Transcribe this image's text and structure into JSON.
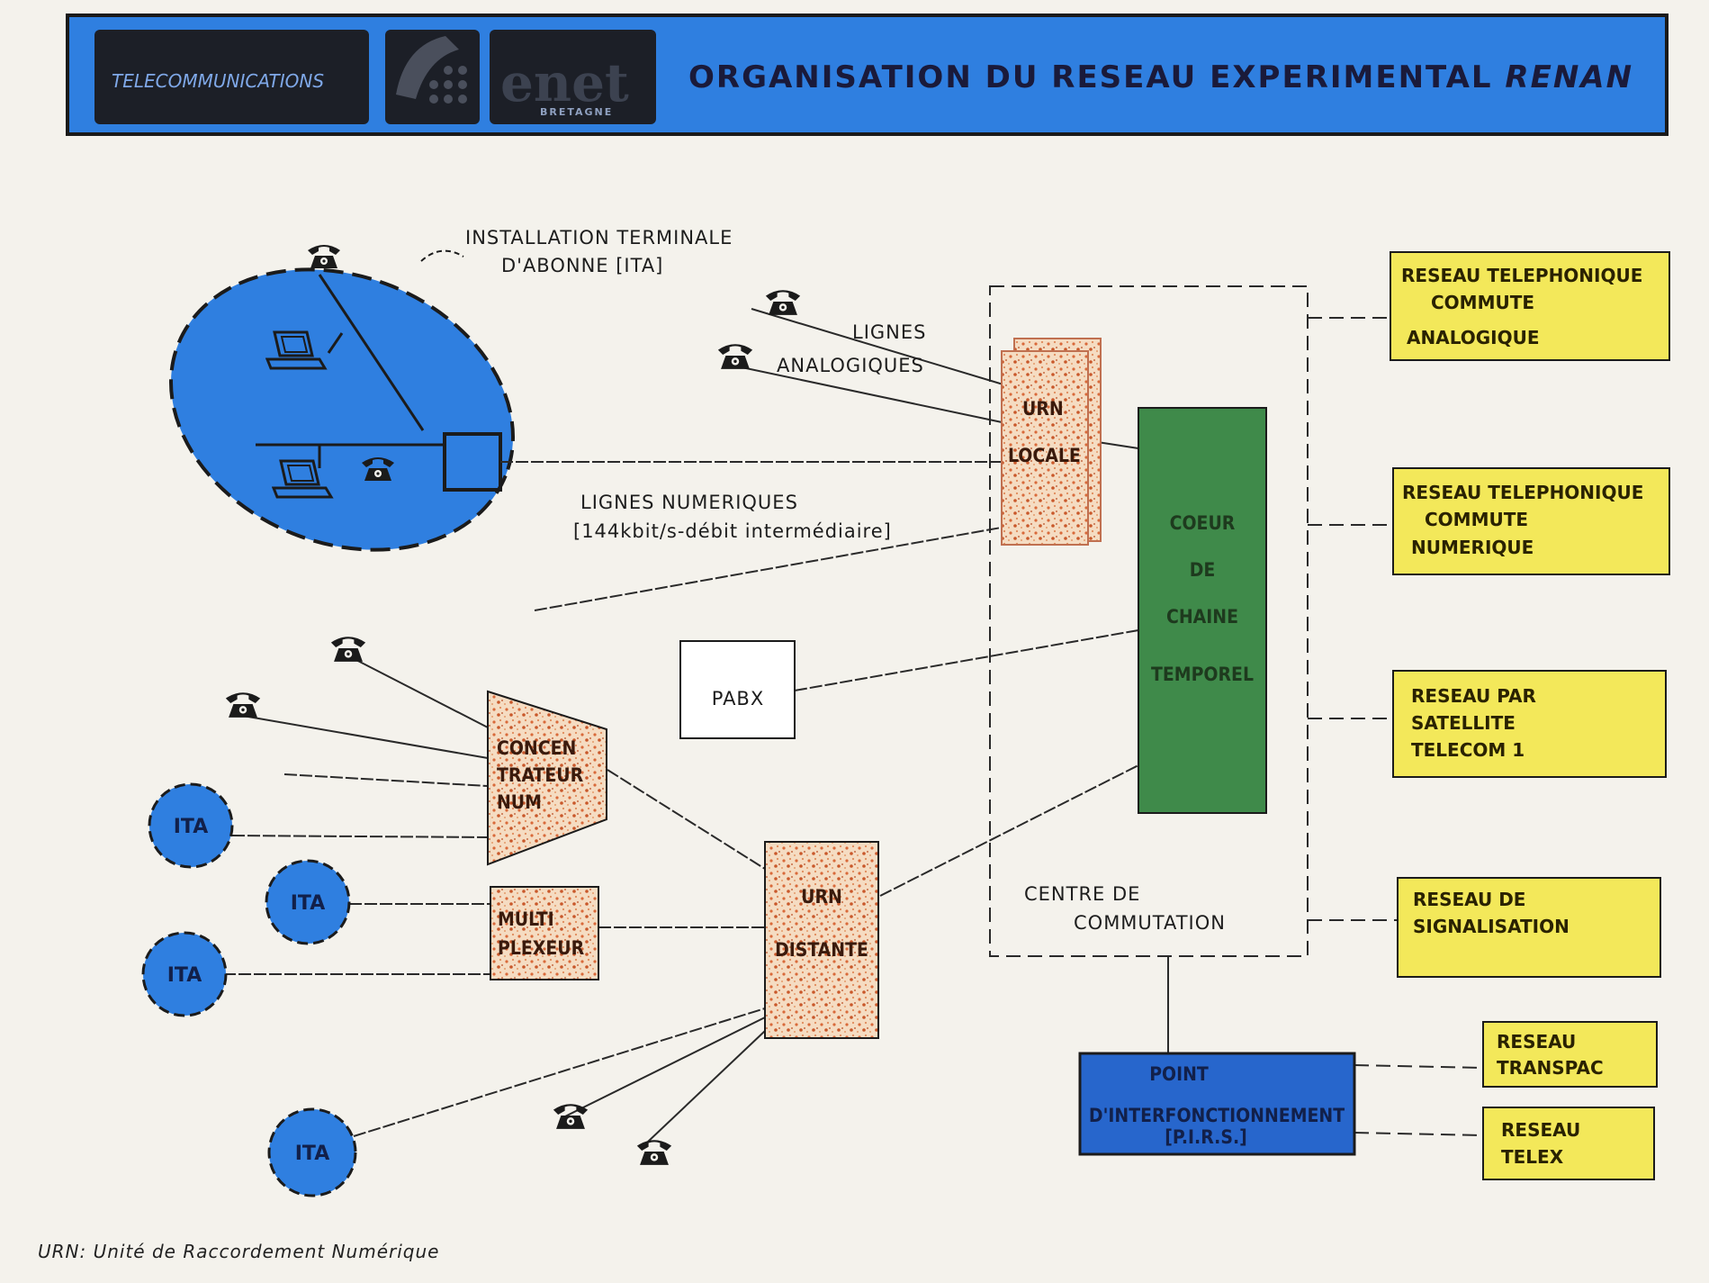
{
  "header": {
    "logo_telecom": "TELECOMMUNICATIONS",
    "logo_enet": "enet",
    "logo_enet_sub": "BRETAGNE",
    "title_main": "ORGANISATION DU RESEAU EXPERIMENTAL ",
    "title_italic": "RENAN"
  },
  "subscriber": {
    "label_line1": "INSTALLATION TERMINALE",
    "label_line2": "D'ABONNE [ITA]"
  },
  "lines": {
    "analog_1": "LIGNES",
    "analog_2": "ANALOGIQUES",
    "digital_1": "LIGNES NUMERIQUES",
    "digital_2": "[144kbit/s-débit intermédiaire]"
  },
  "blocks": {
    "urn_locale_1": "URN",
    "urn_locale_2": "LOCALE",
    "coeur_1": "COEUR",
    "coeur_2": "DE",
    "coeur_3": "CHAINE",
    "coeur_4": "TEMPOREL",
    "pabx": "PABX",
    "concentrateur_1": "CONCEN",
    "concentrateur_2": "TRATEUR",
    "concentrateur_3": "NUM",
    "multiplexeur_1": "MULTI",
    "multiplexeur_2": "PLEXEUR",
    "urn_distante_1": "URN",
    "urn_distante_2": "DISTANTE",
    "centre_1": "CENTRE DE",
    "centre_2": "COMMUTATION",
    "pirs_1": "POINT",
    "pirs_2": "D'INTERFONCTIONNEMENT",
    "pirs_3": "[P.I.R.S.]",
    "ita": "ITA"
  },
  "networks": {
    "rtc_analog": [
      "RESEAU TELEPHONIQUE",
      "COMMUTE",
      "ANALOGIQUE"
    ],
    "rtc_num": [
      "RESEAU TELEPHONIQUE",
      "COMMUTE",
      "NUMERIQUE"
    ],
    "satellite": [
      "RESEAU PAR",
      "SATELLITE",
      "TELECOM 1"
    ],
    "signalisation": [
      "RESEAU DE",
      "SIGNALISATION"
    ],
    "transpac": [
      "RESEAU",
      "TRANSPAC"
    ],
    "telex": [
      "RESEAU",
      "TELEX"
    ]
  },
  "footer": {
    "note": "URN: Unité de Raccordement Numérique"
  },
  "colors": {
    "blue": "#2f7fe0",
    "yellow": "#f3e85a",
    "green": "#3f8a4a",
    "speckle": "#f1d2b5"
  }
}
